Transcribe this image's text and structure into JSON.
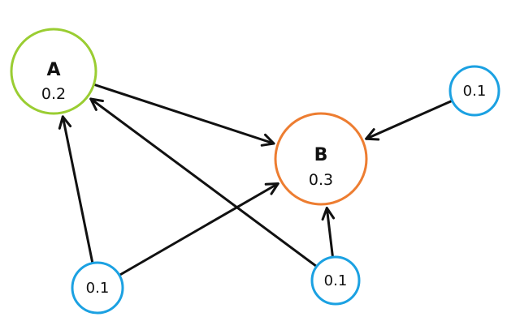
{
  "nodes": [
    {
      "id": "A",
      "name": "A",
      "value": "0.2",
      "color": "#9ACD32"
    },
    {
      "id": "B",
      "name": "B",
      "value": "0.3",
      "color": "#ED7D31"
    },
    {
      "id": "C1",
      "name": "",
      "value": "0.1",
      "color": "#1BA1E2"
    },
    {
      "id": "C2",
      "name": "",
      "value": "0.1",
      "color": "#1BA1E2"
    },
    {
      "id": "C3",
      "name": "",
      "value": "0.1",
      "color": "#1BA1E2"
    }
  ],
  "edges": [
    {
      "from": "A",
      "to": "B"
    },
    {
      "from": "C1",
      "to": "B"
    },
    {
      "from": "C2",
      "to": "A"
    },
    {
      "from": "C2",
      "to": "B"
    },
    {
      "from": "C3",
      "to": "A"
    },
    {
      "from": "C3",
      "to": "B"
    }
  ],
  "colors": {
    "edge": "#111111",
    "text": "#111111"
  }
}
